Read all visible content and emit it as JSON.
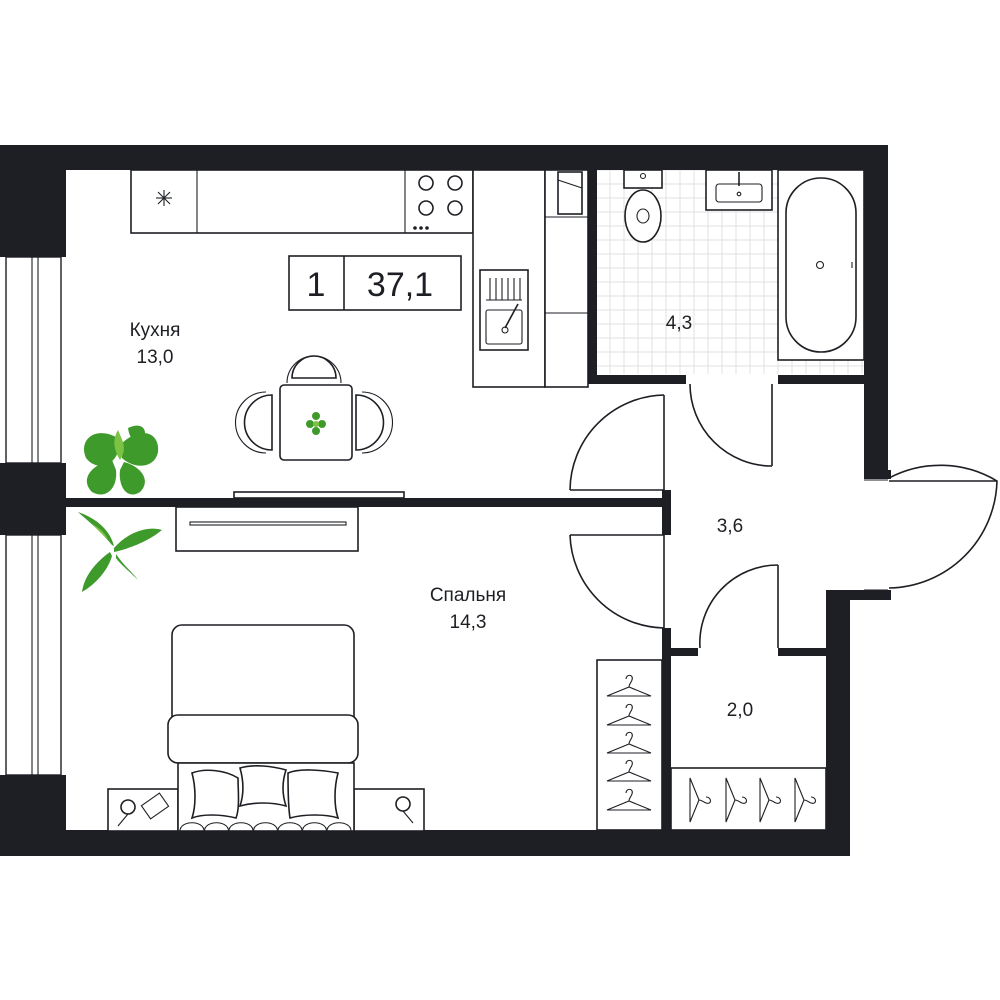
{
  "badge": {
    "rooms": "1",
    "area": "37,1"
  },
  "rooms": {
    "kitchen": {
      "name": "Кухня",
      "area": "13,0"
    },
    "bathroom": {
      "area": "4,3"
    },
    "hall": {
      "area": "3,6"
    },
    "bedroom": {
      "name": "Спальня",
      "area": "14,3"
    },
    "wardrobe": {
      "area": "2,0"
    }
  },
  "colors": {
    "walls": "#1d1f24",
    "plants": "#3f9a2c",
    "tiles": "#e2e2e2",
    "background": "#ffffff"
  }
}
